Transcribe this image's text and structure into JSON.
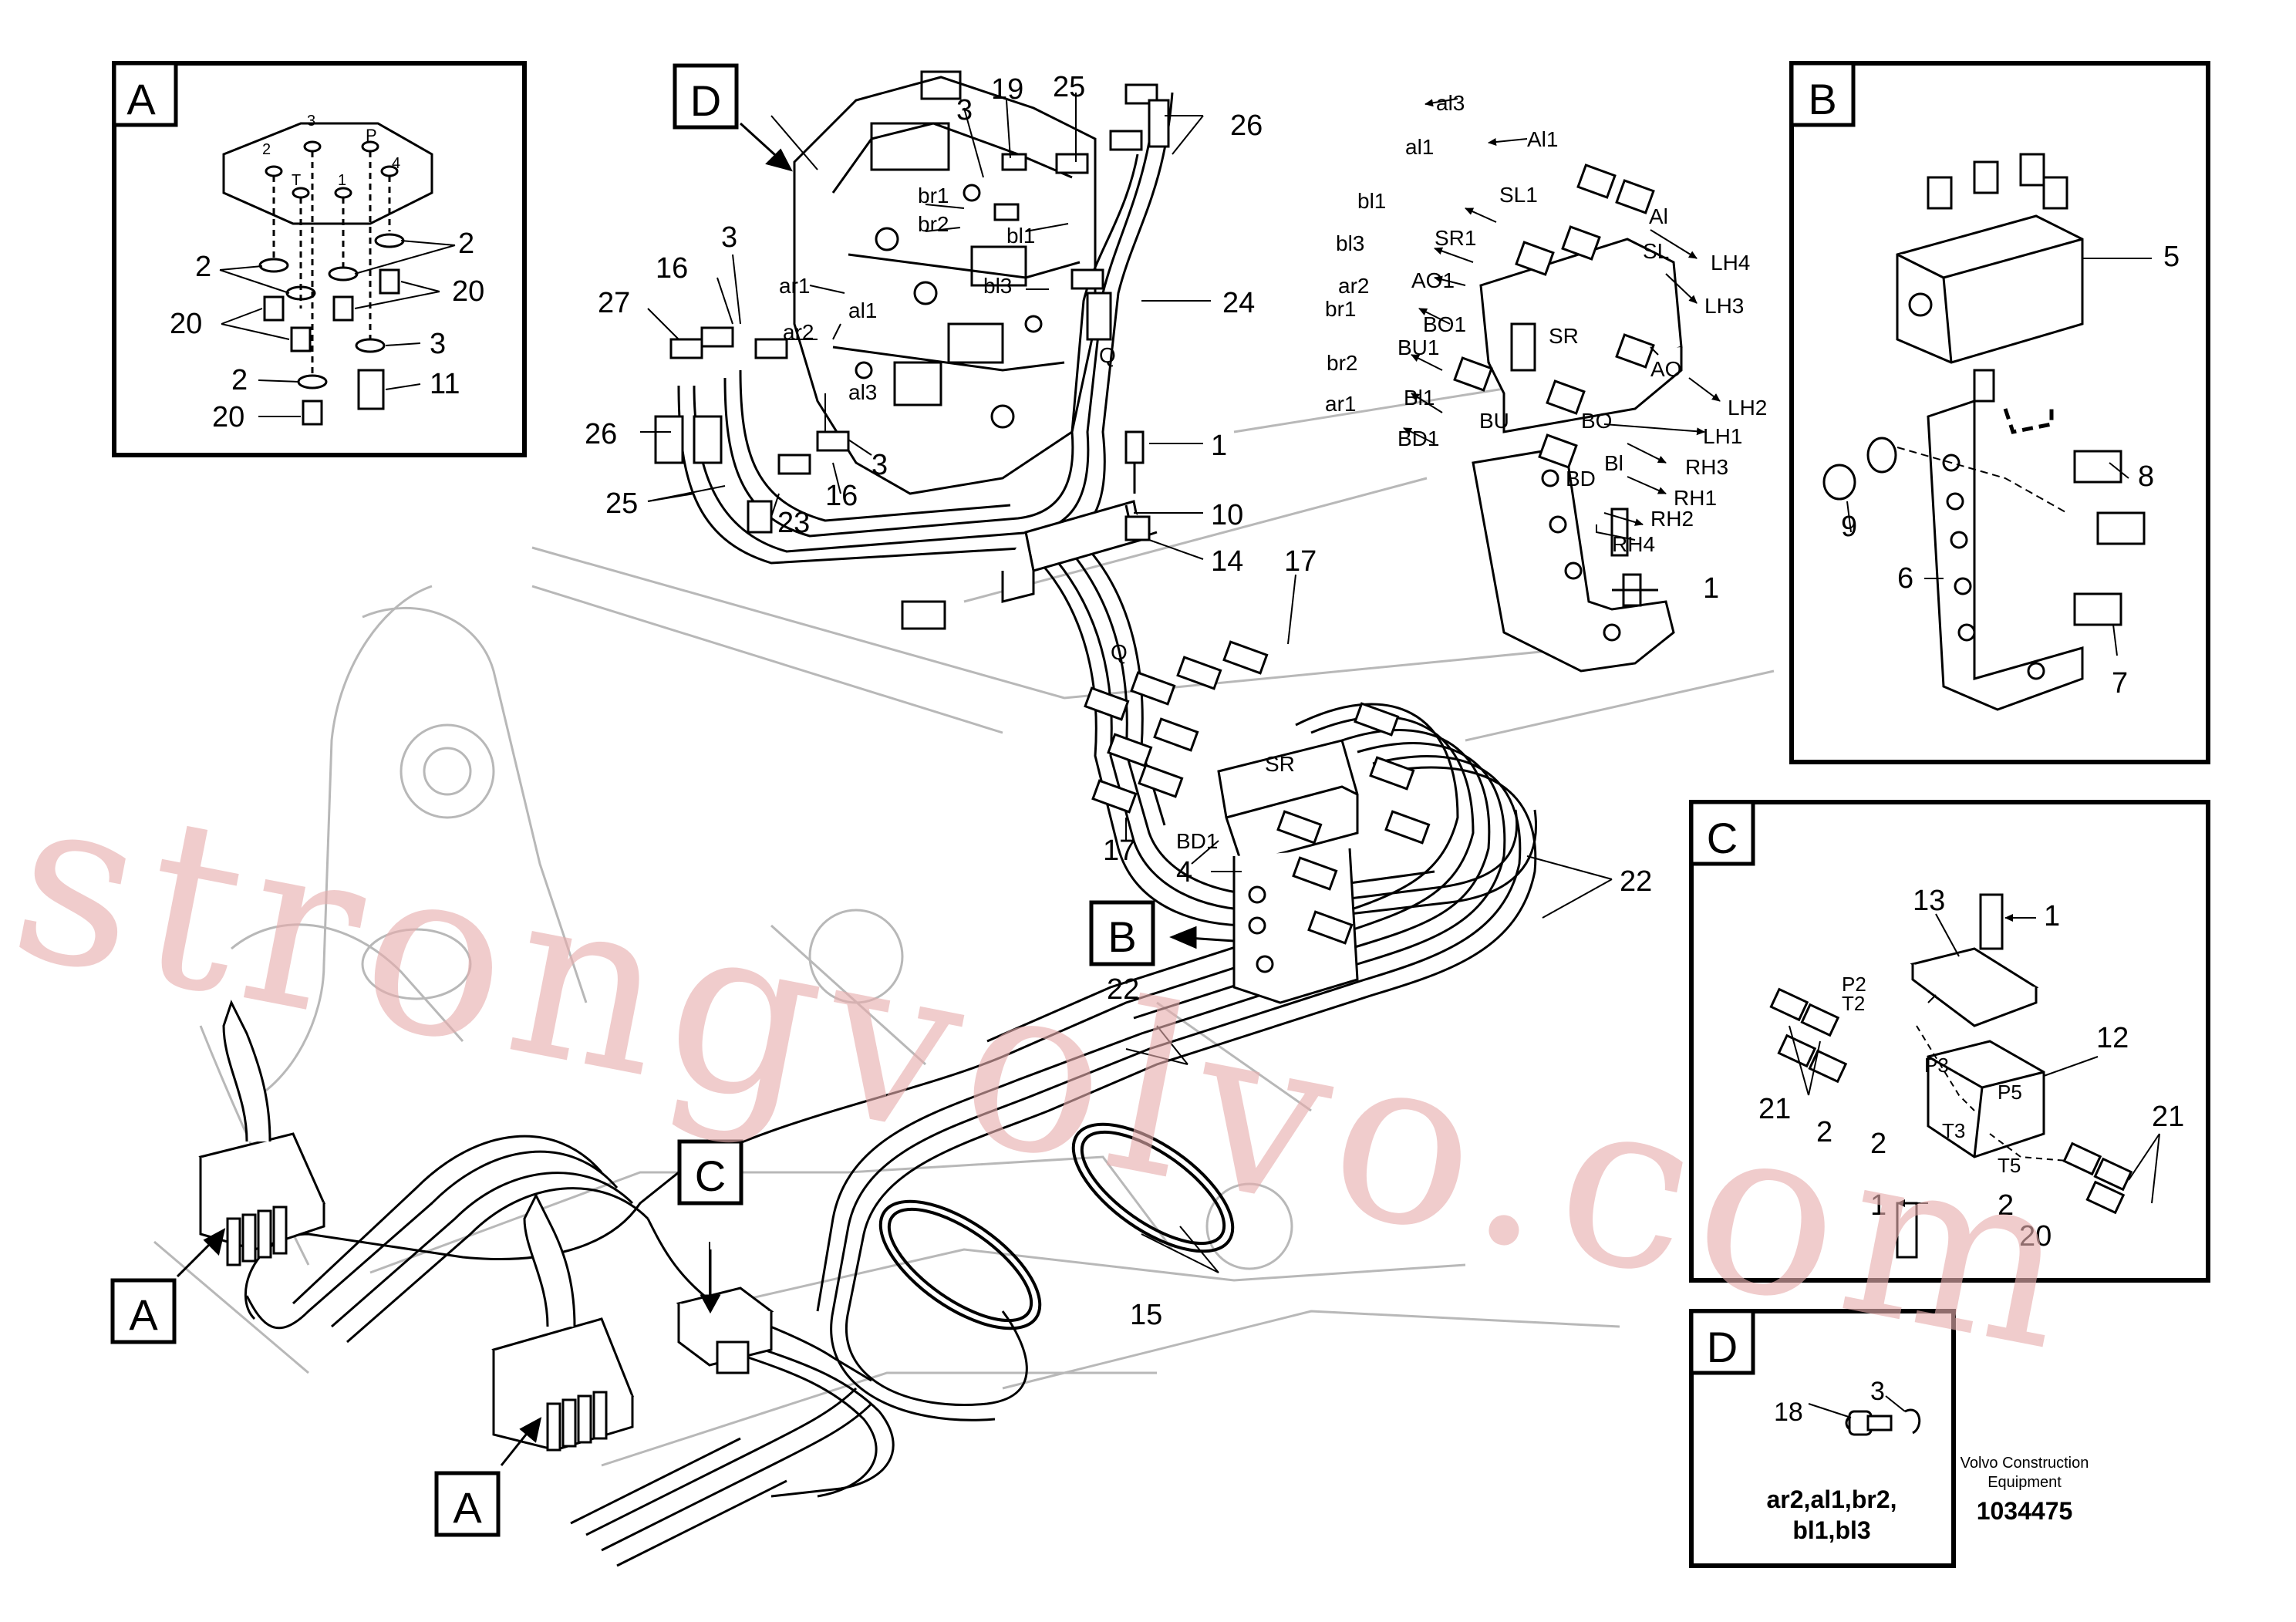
{
  "watermark": "strongvolvo.com",
  "footer": {
    "manufacturer_line1": "Volvo Construction",
    "manufacturer_line2": "Equipment",
    "part_number": "1034475"
  },
  "detail_views": {
    "A": {
      "title": "A",
      "labels": {
        "t3": "3",
        "tp": "P",
        "t2": "2",
        "t4": "4",
        "tT": "T",
        "t1": "1",
        "c2a": "2",
        "c2b": "2",
        "c20a": "20",
        "c20b": "20",
        "c2c": "2",
        "c3": "3",
        "c11": "11",
        "c20c": "20"
      }
    },
    "B": {
      "title": "B",
      "labels": {
        "c5": "5",
        "c8": "8",
        "c9": "9",
        "c6": "6",
        "c7": "7"
      }
    },
    "C": {
      "title": "C",
      "labels": {
        "c13": "13",
        "c1": "1",
        "p2": "P2",
        "t2": "T2",
        "c12": "12",
        "p3": "P3",
        "p5": "P5",
        "c21a": "21",
        "c21b": "21",
        "c2a": "2",
        "c2b": "2",
        "c2c": "2",
        "t3": "T3",
        "t5": "T5",
        "c1b": "1",
        "c20": "20"
      }
    },
    "D": {
      "title": "D",
      "labels": {
        "c18": "18",
        "c3": "3",
        "line1": "ar2,al1,br2,",
        "line2": "bl1,bl3"
      }
    }
  },
  "main_view": {
    "callout_letters": {
      "D": "D",
      "B": "B",
      "C": "C",
      "A1": "A",
      "A2": "A"
    },
    "labels": {
      "c3a": "3",
      "c19": "19",
      "c25a": "25",
      "c26a": "26",
      "br1": "br1",
      "br2": "br2",
      "bl1": "bl1",
      "bl3": "bl3",
      "c16a": "16",
      "c3b": "3",
      "c27": "27",
      "ar1": "ar1",
      "al1": "al1",
      "ar2": "ar2",
      "c24": "24",
      "Q": "Q",
      "al3": "al3",
      "c26b": "26",
      "c25b": "25",
      "c23": "23",
      "c16b": "16",
      "c3c": "3",
      "c1": "1",
      "c10": "10",
      "c14": "14",
      "c17a": "17",
      "Q2": "Q",
      "SR": "SR",
      "c17b": "17",
      "BD1": "BD1",
      "c4": "4",
      "c22a": "22",
      "c22b": "22",
      "c15": "15"
    }
  },
  "valve_block": {
    "labels": {
      "al3": "al3",
      "Al1": "Al1",
      "al1": "al1",
      "SL1": "SL1",
      "bl1": "bl1",
      "SR1": "SR1",
      "Al": "Al",
      "LH4": "LH4",
      "bl3": "bl3",
      "SL": "SL",
      "AO1": "AO1",
      "ar2": "ar2",
      "LH3": "LH3",
      "br1": "br1",
      "BO1": "BO1",
      "SR": "SR",
      "BU1": "BU1",
      "AO": "AO",
      "br2": "br2",
      "LH2": "LH2",
      "Bl1": "Bl1",
      "ar1": "ar1",
      "BU": "BU",
      "BO": "BO",
      "LH1": "LH1",
      "BD1": "BD1",
      "Bl": "Bl",
      "RH3": "RH3",
      "BD": "BD",
      "RH1": "RH1",
      "RH2": "RH2",
      "RH4": "RH4",
      "c1": "1"
    }
  }
}
